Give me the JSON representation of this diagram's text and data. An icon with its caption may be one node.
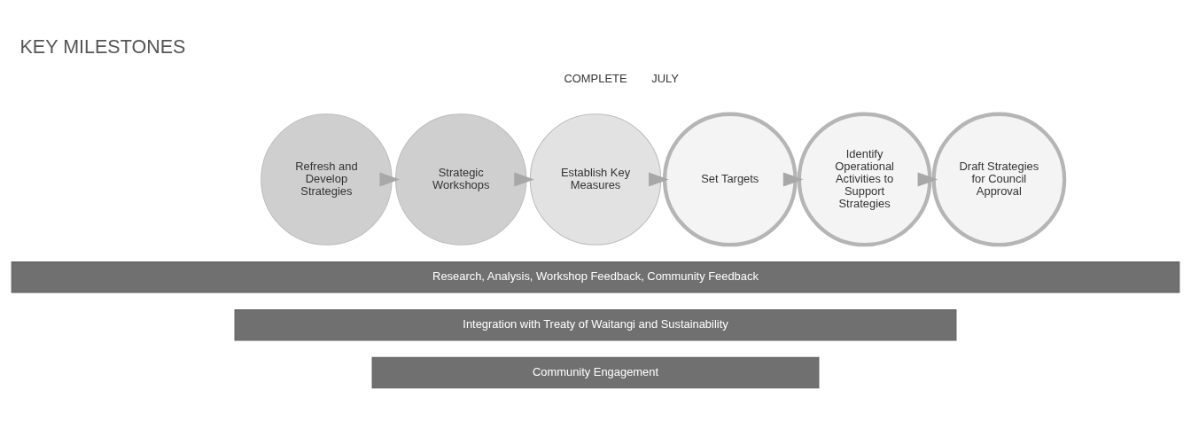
{
  "diagram": {
    "title": "KEY MILESTONES",
    "nodes": [
      {
        "text": [
          "Refresh and Develop Strategies"
        ]
      },
      {
        "text": [
          "Strategic Workshops"
        ]
      },
      {
        "text": [
          "Establish Key Measures"
        ]
      },
      {
        "text": [
          "Set Targets"
        ]
      },
      {
        "text": [
          "Identify Operational Activities to Support Strategies"
        ]
      },
      {
        "text": [
          "Draft Strategies for Council Approval"
        ]
      },
      {
        "text": [
          "Research, Analysis, Workshop Feedback, Community Feedback"
        ]
      },
      {
        "text": [
          "Integration with Treaty of Waitangi and Sustainability"
        ]
      },
      {
        "text": [
          "Community Engagement"
        ]
      }
    ],
    "edges": [
      {
        "from": 0,
        "to": 1,
        "arrow": "to"
      },
      {
        "from": 1,
        "to": 2,
        "arrow": "to"
      },
      {
        "from": 2,
        "to": 3,
        "arrow": "to"
      },
      {
        "from": 3,
        "to": 4,
        "arrow": "to"
      },
      {
        "from": 4,
        "to": 5,
        "arrow": "to"
      }
    ],
    "labels": [
      "COMPLETE",
      "JULY"
    ]
  }
}
